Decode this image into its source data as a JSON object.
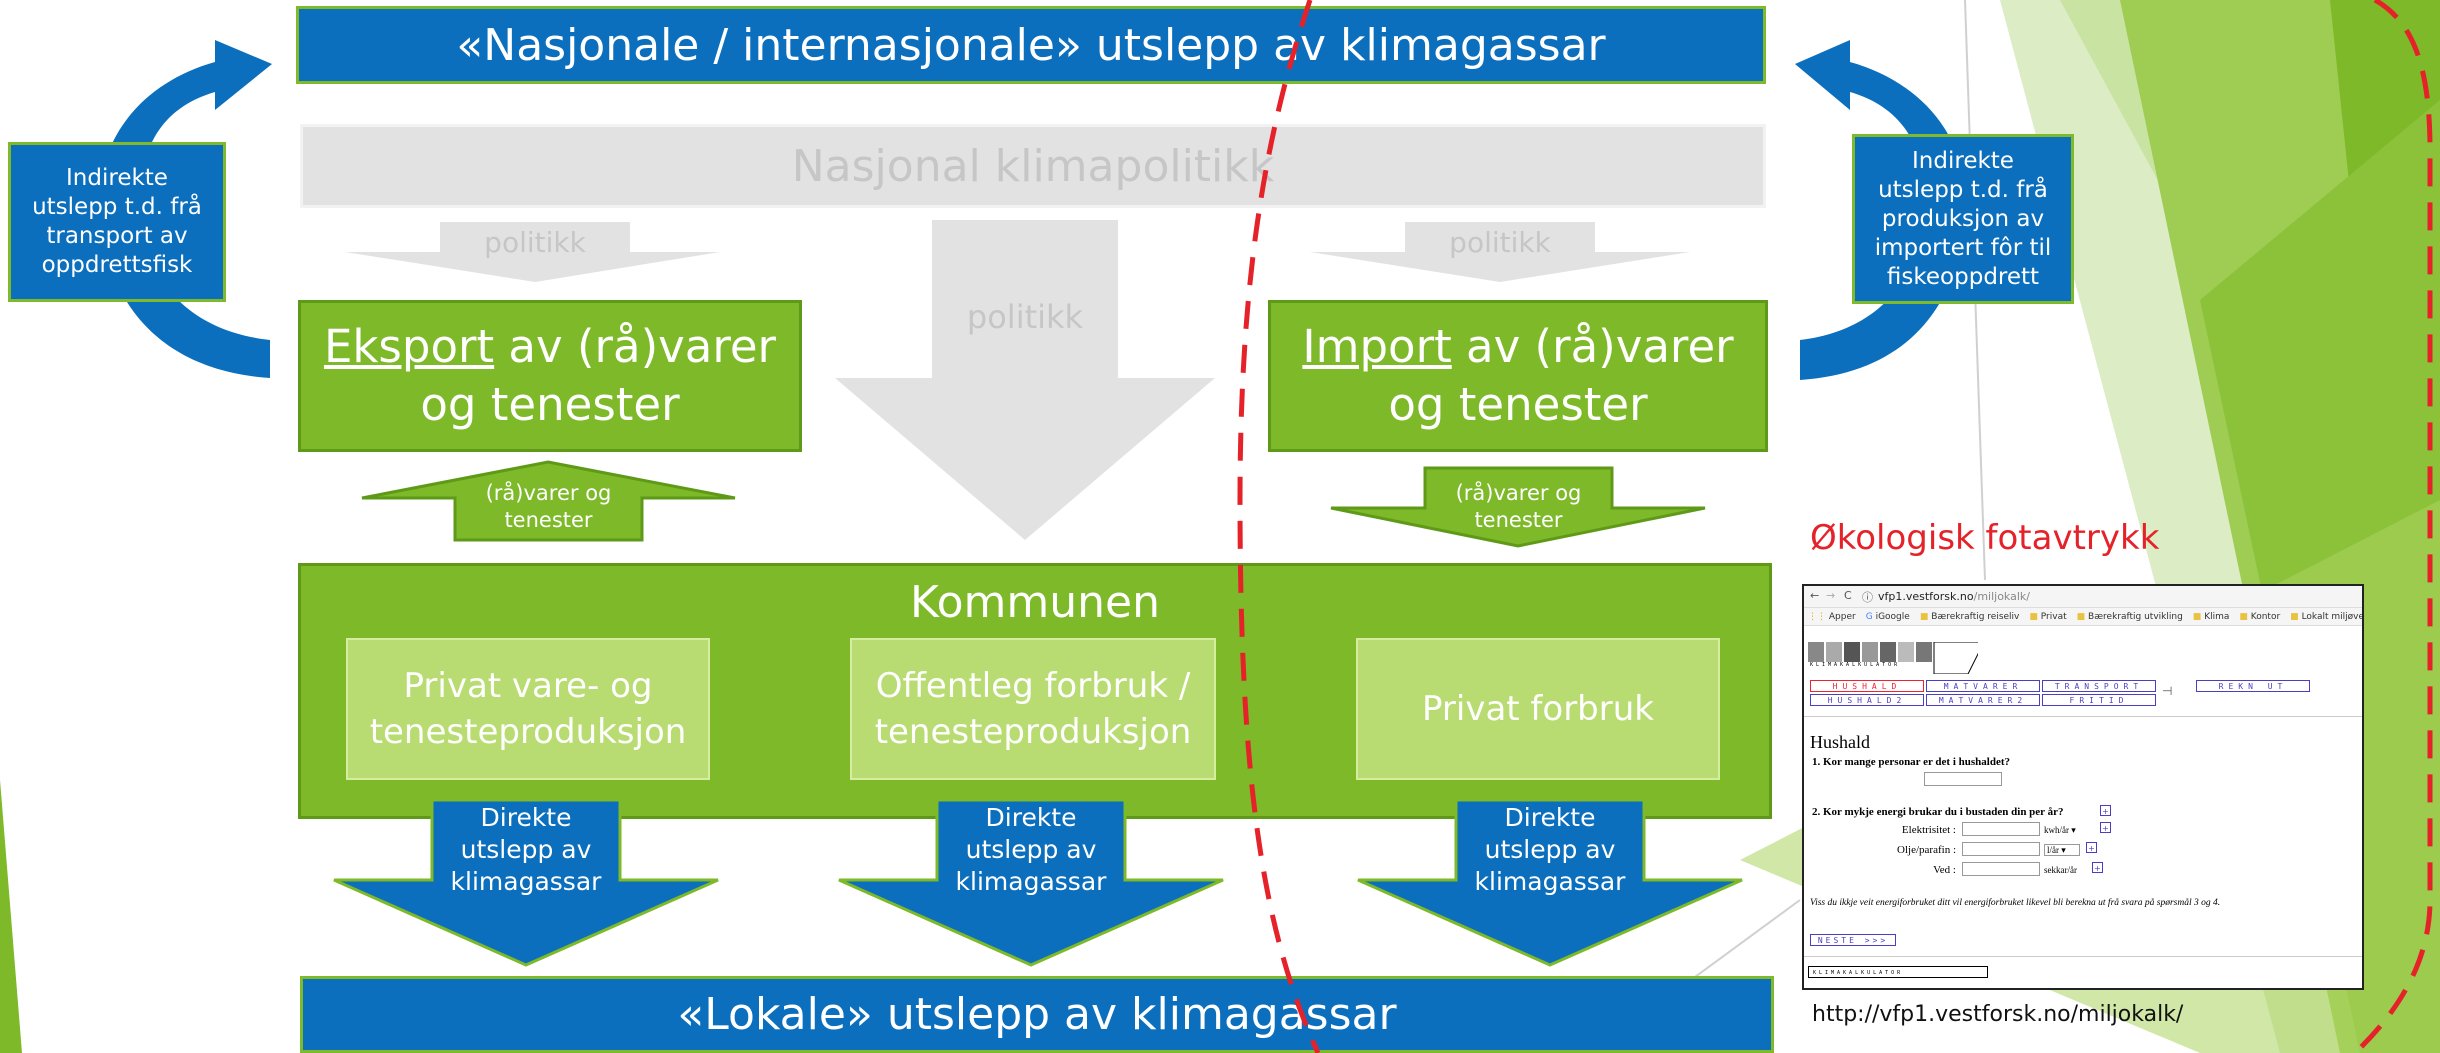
{
  "colors": {
    "blue": "#0b6fbd",
    "green": "#7db928",
    "light_green": "#b8dc72",
    "grey": "#e2e2e2",
    "red": "#e52229"
  },
  "top_bar": "«Nasjonale / internasjonale» utslepp av klimagassar",
  "grey_bar": "Nasjonal klimapolitikk",
  "politikk_left": "politikk",
  "politikk_center": "politikk",
  "politikk_right": "politikk",
  "indirect_left": [
    "Indirekte",
    "utslepp t.d. frå",
    "transport av",
    "oppdrettsfisk"
  ],
  "indirect_right": [
    "Indirekte",
    "utslepp t.d. frå",
    "produksjon av",
    "importert fôr til",
    "fiskeoppdrett"
  ],
  "eksport": {
    "underlined": "Eksport",
    "rest": " av (rå)varer",
    "line2": "og tenester"
  },
  "import": {
    "underlined": "Import",
    "rest": " av (rå)varer",
    "line2": "og tenester"
  },
  "arrow_up_left": [
    "(rå)varer og",
    "tenester"
  ],
  "arrow_down_right": [
    "(rå)varer og",
    "tenester"
  ],
  "kommunen": {
    "title": "Kommunen",
    "boxes": [
      [
        "Privat vare- og",
        "tenesteproduksjon"
      ],
      [
        "Offentleg forbruk /",
        "tenesteproduksjon"
      ],
      [
        "Privat forbruk"
      ]
    ]
  },
  "direct_arrows": [
    [
      "Direkte",
      "utslepp av",
      "klimagassar"
    ],
    [
      "Direkte",
      "utslepp av",
      "klimagassar"
    ],
    [
      "Direkte",
      "utslepp av",
      "klimagassar"
    ]
  ],
  "bottom_bar": "«Lokale» utslepp av klimagassar",
  "fotavtrykk_title": "Økologisk fotavtrykk",
  "fotavtrykk_url": "http://vfp1.vestforsk.no/miljokalk/",
  "browser": {
    "address_host": "vfp1.vestforsk.no",
    "address_path": "/miljokalk/",
    "bookmarks": [
      "Apper",
      "iGoogle",
      "Bærekraftig reiseliv",
      "Privat",
      "Bærekraftig utvikling",
      "Klima",
      "Kontor",
      "Lokalt miljøver"
    ],
    "logo_text": "KLIMAKALKULATOR",
    "tabs_row1": [
      "HUSHALD",
      "MATVARER",
      "TRANSPORT"
    ],
    "tabs_row2": [
      "HUSHALD2",
      "MATVARER2",
      "FRITID"
    ],
    "tab_rekn": "REKN UT",
    "heading": "Hushald",
    "q1": "1. Kor mange personar er det i hushaldet?",
    "q2": "2. Kor mykje energi brukar du i bustaden din per år?",
    "fields": [
      {
        "label": "Elektrisitet :",
        "unit": "kwh/år"
      },
      {
        "label": "Olje/parafin :",
        "unit": "l/år"
      },
      {
        "label": "Ved :",
        "unit": "sekkar/år"
      }
    ],
    "note": "Viss du ikkje veit energiforbruket ditt vil energiforbruket likevel bli berekna ut frå svara på spørsmål 3 og 4.",
    "next": "NESTE >>>",
    "footer_logo": "KLIMAKALKULATOR"
  }
}
